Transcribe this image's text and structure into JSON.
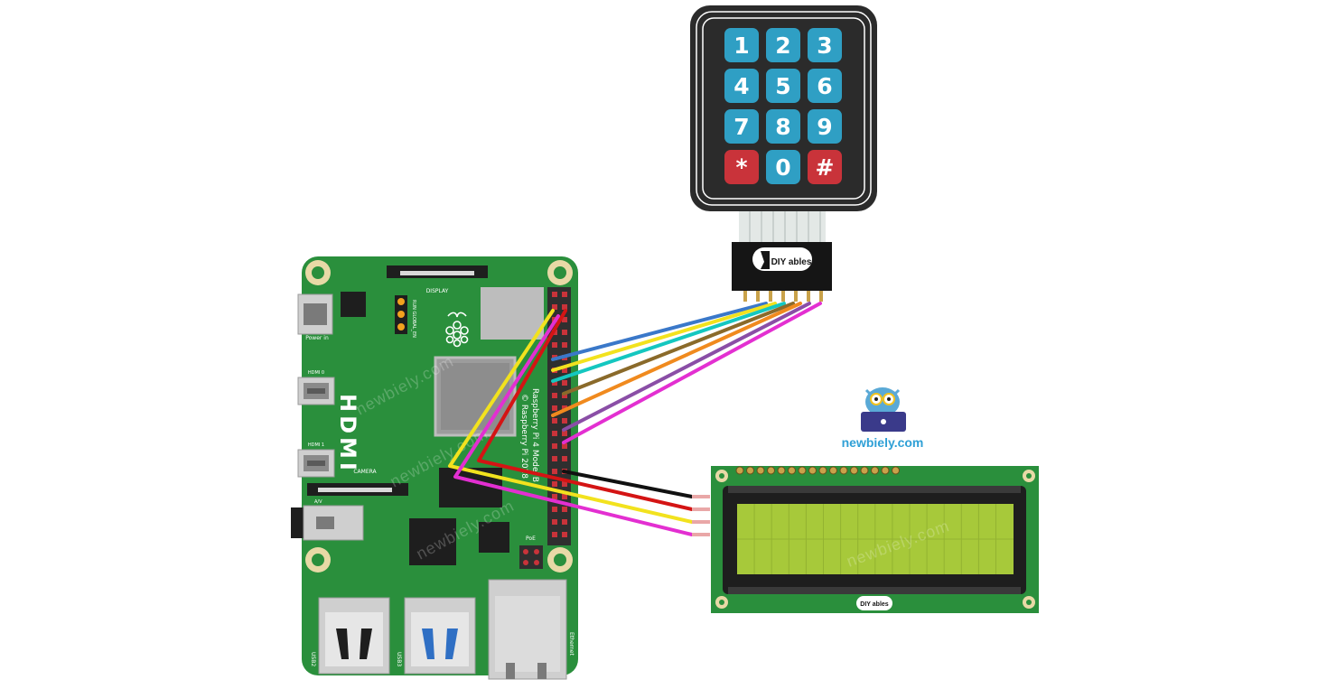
{
  "keypad": {
    "keys": [
      "1",
      "2",
      "3",
      "4",
      "5",
      "6",
      "7",
      "8",
      "9",
      "*",
      "0",
      "#"
    ],
    "colors": {
      "digit": "#2f9fc4",
      "special": "#c9333a",
      "body": "#2b2b2b"
    },
    "connector_brand": "DIY ables"
  },
  "board": {
    "model_text": "Raspberry Pi 4 Model B",
    "copyright_text": "© Raspberry Pi 2018",
    "hdmi_text": "HDMI",
    "power_label": "Power in",
    "hdmi0_label": "HDMI 0",
    "hdmi1_label": "HDMI 1",
    "camera_label": "CAMERA",
    "display_label": "DISPLAY",
    "av_label": "A/V",
    "poe_label": "PoE",
    "usb2_label": "USB2",
    "usb3_label": "USB3",
    "ethernet_label": "Ethernet",
    "led_labels": "RUN GLOBAL_EN",
    "color": "#2a8f3c"
  },
  "lcd": {
    "brand": "DIY ables",
    "screen_color": "#a7c93a"
  },
  "branding": {
    "site": "newbiely.com",
    "watermark": "newbiely.com"
  },
  "wires": {
    "keypad": [
      "#3a78c9",
      "#f2e21e",
      "#14c7c0",
      "#f08a1e",
      "#8a6a2a",
      "#8a4ea6",
      "#e32fd1"
    ],
    "lcd": [
      "#111111",
      "#d41414",
      "#f2e21e",
      "#e32fd1"
    ]
  }
}
